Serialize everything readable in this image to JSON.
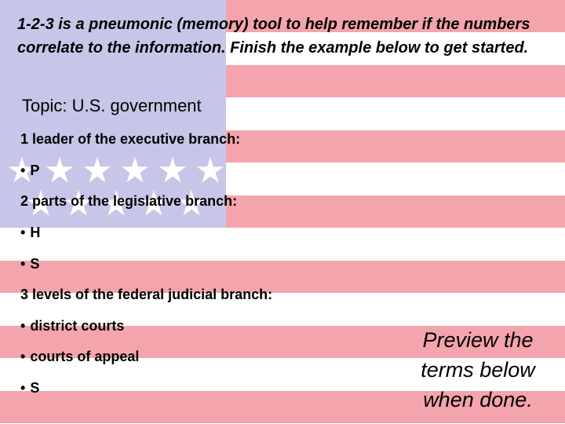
{
  "slide": {
    "intro_text": "1-2-3 is a pneumonic (memory) tool to help remember if the numbers correlate to the information.  Finish the example below to get started.",
    "topic": "Topic: U.S. government",
    "lines": [
      {
        "bullet": "",
        "text": "1 leader of the executive branch:"
      },
      {
        "bullet": "•",
        "text": "P"
      },
      {
        "bullet": "",
        "text": "2 parts of the legislative branch:"
      },
      {
        "bullet": "•",
        "text": "H"
      },
      {
        "bullet": "•",
        "text": "S"
      },
      {
        "bullet": "",
        "text": "3 levels of the federal judicial branch:"
      },
      {
        "bullet": "•",
        "text": "district courts"
      },
      {
        "bullet": "•",
        "text": "courts of appeal"
      },
      {
        "bullet": "•",
        "text": "S"
      }
    ],
    "side_note": "Preview the terms below when done."
  },
  "colors": {
    "stripe": "#f4a4ac",
    "canton": "#c7c6e8",
    "background": "#ffffff"
  },
  "icons": {
    "star": "white-star-icon"
  }
}
